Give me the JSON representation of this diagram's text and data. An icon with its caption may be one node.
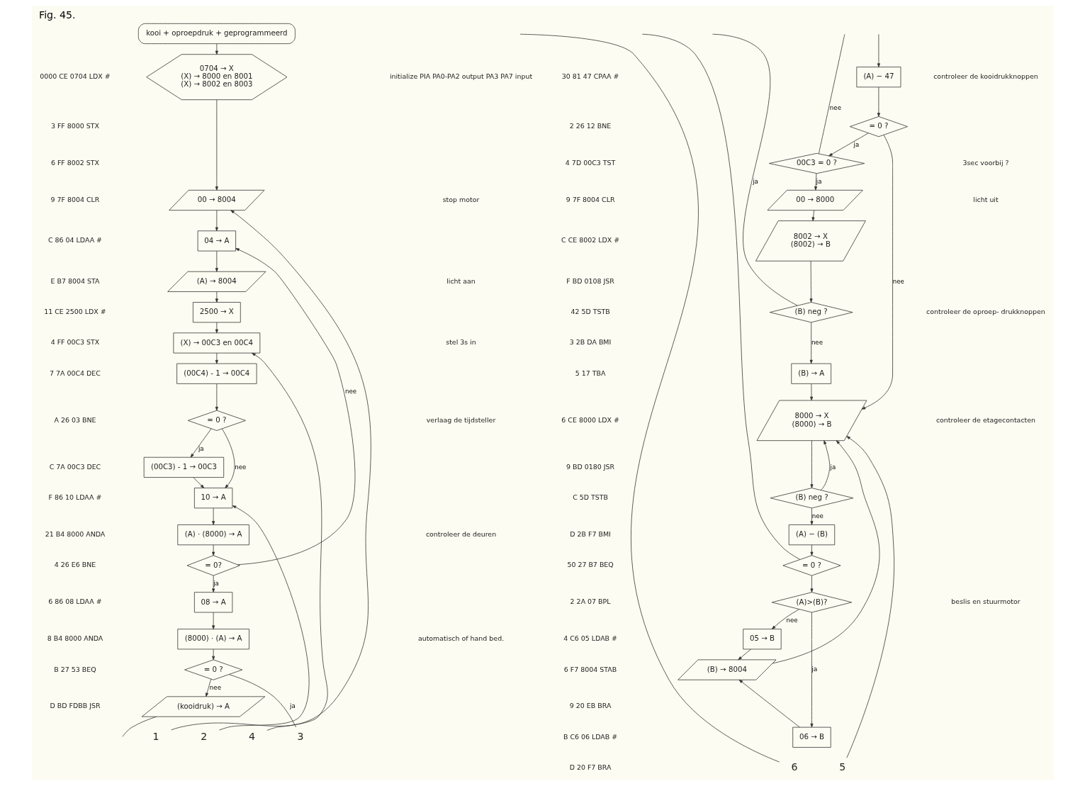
{
  "diagram": {
    "title": "Fig. 45.",
    "nodes": [
      {
        "text": [
          "kooi + oproepdruk + geprogrammeerd"
        ]
      },
      {
        "text": [
          "0704 → X",
          "(X) → 8000 en 8001",
          "(X) → 8002 en 8003"
        ]
      },
      {
        "text": [
          "00 → 8004"
        ]
      },
      {
        "text": [
          "04 → A"
        ]
      },
      {
        "text": [
          "(A) → 8004"
        ]
      },
      {
        "text": [
          "2500 → X"
        ]
      },
      {
        "text": [
          "(X) → 00C3 en 00C4"
        ]
      },
      {
        "text": [
          "(00C4) - 1 → 00C4"
        ]
      },
      {
        "text": [
          "= 0 ?"
        ]
      },
      {
        "text": [
          "(00C3) - 1 → 00C3"
        ]
      },
      {
        "text": [
          "10 → A"
        ]
      },
      {
        "text": [
          "(A) · (8000) → A"
        ]
      },
      {
        "text": [
          "= 0?"
        ]
      },
      {
        "text": [
          "08 → A"
        ]
      },
      {
        "text": [
          "(8000) · (A) → A"
        ]
      },
      {
        "text": [
          "= 0 ?"
        ]
      },
      {
        "text": [
          "(kooidruk) → A"
        ]
      },
      {
        "text": [
          "1"
        ]
      },
      {
        "text": [
          "2"
        ]
      },
      {
        "text": [
          "3"
        ]
      },
      {
        "text": [
          "4"
        ]
      },
      {
        "text": [
          "(A) − 47"
        ]
      },
      {
        "text": [
          "= 0 ?"
        ]
      },
      {
        "text": [
          "00C3 = 0 ?"
        ]
      },
      {
        "text": [
          "00 → 8000"
        ]
      },
      {
        "text": [
          "8002 → X",
          "(8002) → B"
        ]
      },
      {
        "text": [
          "(B) neg ?"
        ]
      },
      {
        "text": [
          "(B) → A"
        ]
      },
      {
        "text": [
          "8000 → X",
          "(8000) → B"
        ]
      },
      {
        "text": [
          "(B) neg ?"
        ]
      },
      {
        "text": [
          "(A) − (B)"
        ]
      },
      {
        "text": [
          "= 0 ?"
        ]
      },
      {
        "text": [
          "(A)>(B)?"
        ]
      },
      {
        "text": [
          "05 → B"
        ]
      },
      {
        "text": [
          "(B) → 8004"
        ]
      },
      {
        "text": [
          "06 → B"
        ]
      },
      {
        "text": [
          "5"
        ]
      },
      {
        "text": [
          "6"
        ]
      }
    ],
    "edges": [
      {
        "from": 0,
        "to": 1,
        "arrow": "to"
      },
      {
        "from": 1,
        "to": 2,
        "arrow": "to"
      },
      {
        "from": 17,
        "to": 2,
        "arrow": "to"
      },
      {
        "from": 2,
        "to": 3,
        "arrow": "to"
      },
      {
        "from": 3,
        "to": 4,
        "arrow": "to"
      },
      {
        "from": 4,
        "to": 5,
        "arrow": "to"
      },
      {
        "from": 5,
        "to": 6,
        "arrow": "to"
      },
      {
        "from": 20,
        "to": 6,
        "arrow": "to"
      },
      {
        "from": 6,
        "to": 7,
        "arrow": "to"
      },
      {
        "from": 7,
        "to": 8,
        "arrow": "to"
      },
      {
        "from": 8,
        "to": 9,
        "arrow": "to",
        "label": "ja"
      },
      {
        "from": 8,
        "to": 10,
        "arrow": "to",
        "label": "nee"
      },
      {
        "from": 9,
        "to": 10,
        "arrow": "to"
      },
      {
        "from": 18,
        "to": 10,
        "arrow": "to"
      },
      {
        "from": 10,
        "to": 11,
        "arrow": "to"
      },
      {
        "from": 11,
        "to": 12,
        "arrow": "to"
      },
      {
        "from": 12,
        "to": 13,
        "arrow": "to",
        "label": "ja"
      },
      {
        "from": 12,
        "to": 3,
        "arrow": "to",
        "label": "nee"
      },
      {
        "from": 13,
        "to": 14,
        "arrow": "to"
      },
      {
        "from": 14,
        "to": 15,
        "arrow": "to"
      },
      {
        "from": 15,
        "to": 16,
        "arrow": "to",
        "label": "nee"
      },
      {
        "from": 15,
        "to": 19,
        "arrow": "none",
        "label": "ja"
      },
      {
        "from": 16,
        "to": null,
        "arrow": "none"
      },
      {
        "from": null,
        "to": 21,
        "arrow": "to"
      },
      {
        "from": 21,
        "to": 22,
        "arrow": "to"
      },
      {
        "from": 22,
        "to": 23,
        "arrow": "to",
        "label": "ja"
      },
      {
        "from": 22,
        "to": 28,
        "arrow": "to",
        "label": "nee"
      },
      {
        "from": 23,
        "to": 24,
        "arrow": "to",
        "label": "ja"
      },
      {
        "from": 23,
        "to": null,
        "arrow": "none",
        "label": "nee"
      },
      {
        "from": 24,
        "to": 25,
        "arrow": "to"
      },
      {
        "from": 25,
        "to": 26,
        "arrow": "to"
      },
      {
        "from": 26,
        "to": 27,
        "arrow": "to",
        "label": "nee"
      },
      {
        "from": 26,
        "to": null,
        "arrow": "none",
        "label": "ja"
      },
      {
        "from": 27,
        "to": 28,
        "arrow": "to"
      },
      {
        "from": 28,
        "to": 29,
        "arrow": "to"
      },
      {
        "from": 29,
        "to": 28,
        "arrow": "to",
        "label": "ja"
      },
      {
        "from": 29,
        "to": 30,
        "arrow": "to",
        "label": "nee"
      },
      {
        "from": 30,
        "to": 31,
        "arrow": "to"
      },
      {
        "from": 31,
        "to": null,
        "arrow": "none"
      },
      {
        "from": 31,
        "to": 32,
        "arrow": "to"
      },
      {
        "from": 32,
        "to": 33,
        "arrow": "to",
        "label": "nee"
      },
      {
        "from": 32,
        "to": 35,
        "arrow": "to",
        "label": "ja"
      },
      {
        "from": 33,
        "to": 34,
        "arrow": "to"
      },
      {
        "from": 34,
        "to": 28,
        "arrow": "to"
      },
      {
        "from": 35,
        "to": 34,
        "arrow": "to"
      },
      {
        "from": 36,
        "to": 28,
        "arrow": "to"
      },
      {
        "from": null,
        "to": 37,
        "arrow": "none"
      }
    ],
    "labels": [
      "0000 CE 0704 LDX #",
      "3 FF 8000 STX",
      "6 FF 8002 STX",
      "9 7F 8004 CLR",
      "C 86 04 LDAA #",
      "E B7 8004 STA",
      "11 CE 2500 LDX #",
      "4 FF 00C3 STX",
      "7 7A 00C4 DEC",
      "A 26 03 BNE",
      "C 7A 00C3 DEC",
      "F 86 10 LDAA #",
      "21 B4 8000 ANDA",
      "4 26 E6 BNE",
      "6 86 08 LDAA #",
      "8 B4 8000 ANDA",
      "B 27 53 BEQ",
      "D BD FDBB JSR",
      "initialize PIA PA0-PA2 output PA3 PA7 input",
      "stop motor",
      "licht aan",
      "stel 3s in",
      "verlaag de tijdsteller",
      "controleer de deuren",
      "automatisch of hand bed.",
      "30 81 47 CPAA #",
      "2 26 12 BNE",
      "4 7D 00C3 TST",
      "9 7F 8004 CLR",
      "C CE 8002 LDX #",
      "F BD 0108 JSR",
      "42 5D TSTB",
      "3 2B DA BMI",
      "5 17 TBA",
      "6 CE 8000 LDX #",
      "9 BD 0180 JSR",
      "C 5D TSTB",
      "D 2B F7 BMI",
      "50 27 B7 BEQ",
      "2 2A 07 BPL",
      "4 C6 05 LDAB #",
      "6 F7 8004 STAB",
      "9 20 EB BRA",
      "B C6 06 LDAB #",
      "D 20 F7 BRA",
      "controleer de kooidrukknoppen",
      "3sec voorbij ?",
      "licht uit",
      "controleer de oproep- drukknoppen",
      "controleer de etagecontacten",
      "beslis en stuurmotor"
    ]
  }
}
